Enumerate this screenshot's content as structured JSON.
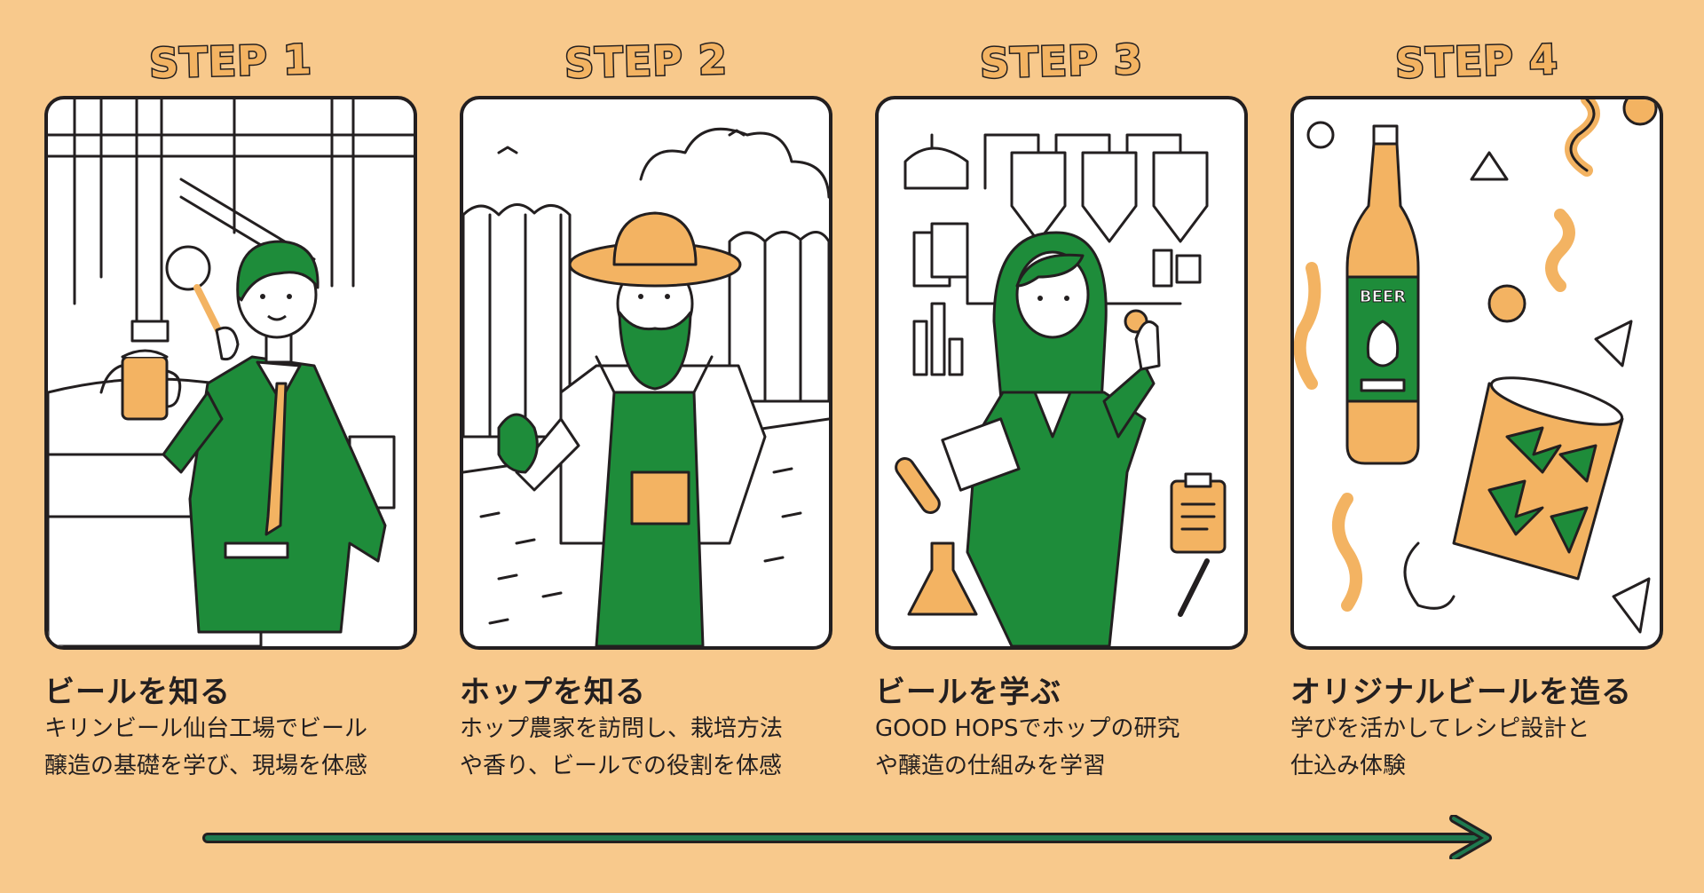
{
  "steps": [
    {
      "label": "STEP 1",
      "title": "ビールを知る",
      "description": "キリンビール仙台工場でビール\n醸造の基礎を学び、現場を体感"
    },
    {
      "label": "STEP 2",
      "title": "ホップを知る",
      "description": "ホップ農家を訪問し、栽培方法\nや香り、ビールでの役割を体感"
    },
    {
      "label": "STEP 3",
      "title": "ビールを学ぶ",
      "description": "GOOD HOPSでホップの研究\nや醸造の仕組みを学習"
    },
    {
      "label": "STEP 4",
      "title": "オリジナルビールを造る",
      "description": "学びを活かしてレシピ設計と\n仕込み体験",
      "bottle_label": "BEER"
    }
  ],
  "colors": {
    "background": "#f8c98c",
    "green": "#1e8c3a",
    "orange": "#f3b362",
    "ink": "#231f20",
    "arrow": "#1e7a4f"
  }
}
